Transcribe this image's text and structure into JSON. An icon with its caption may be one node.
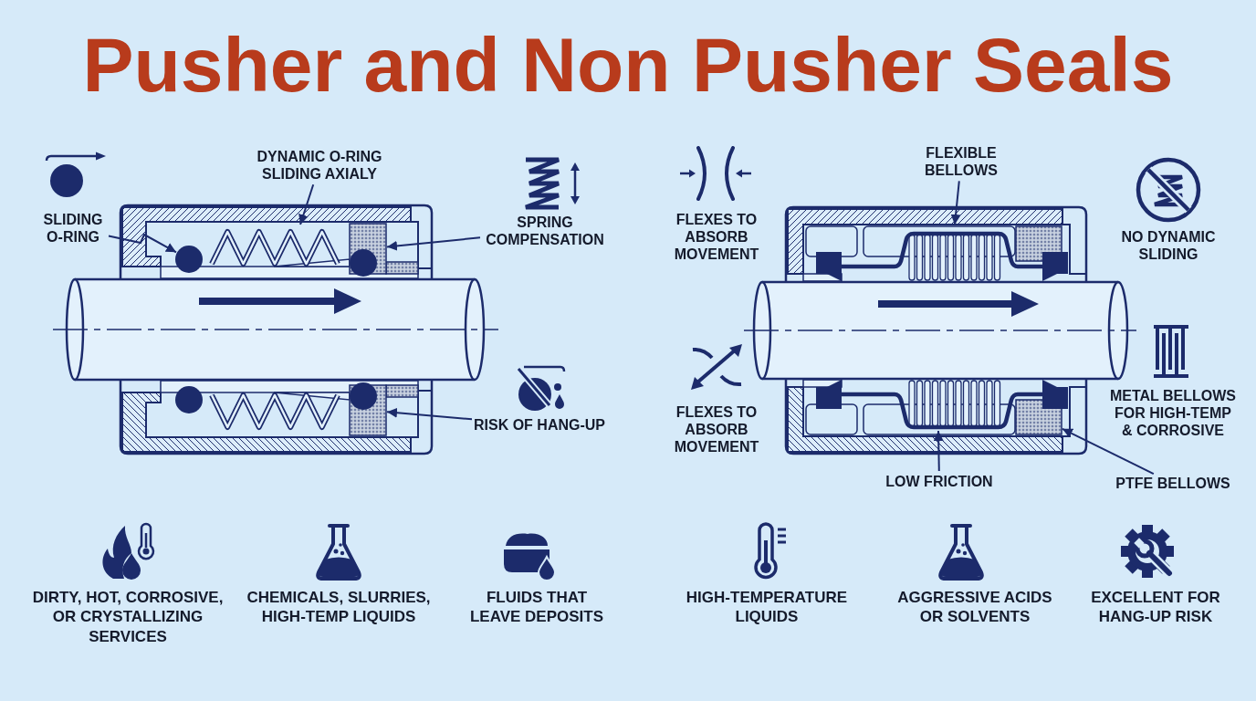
{
  "diagram": {
    "title": "Pusher and Non Pusher Seals",
    "nodes": [
      {
        "text": [
          "SLIDING O-RING"
        ]
      },
      {
        "text": [
          "DYNAMIC O-RING SLIDING AXIALY"
        ]
      },
      {
        "text": [
          "SPRING COMPENSATION"
        ]
      },
      {
        "text": [
          "RISK OF HANG-UP"
        ]
      },
      {
        "text": [
          "FLEXIBLE BELLOWS"
        ]
      },
      {
        "text": [
          "LOW FRICTION"
        ]
      },
      {
        "text": [
          "PTFE BELLOWS"
        ]
      },
      {
        "text": [],
        "shape": "circle"
      },
      {
        "text": [],
        "shape": "box"
      },
      {
        "text": [],
        "shape": "box"
      },
      {
        "text": [],
        "shape": "box"
      }
    ],
    "edges": [
      {
        "from": 0,
        "to": 7,
        "arrow": "to"
      },
      {
        "from": 1,
        "to": null,
        "arrow": "to"
      },
      {
        "from": 2,
        "to": 8,
        "arrow": "to"
      },
      {
        "from": 3,
        "to": 9,
        "arrow": "to"
      },
      {
        "from": 4,
        "to": null,
        "arrow": "to"
      },
      {
        "from": 5,
        "to": null,
        "arrow": "to"
      },
      {
        "from": 6,
        "to": 10,
        "arrow": "to"
      }
    ],
    "labels": [
      "FLEXES TO ABSORB MOVEMENT",
      "NO DYNAMIC SLIDING",
      "FLEXES TO ABSORB MOVEMENT",
      "METAL BELLOWS FOR HIGH-TEMP & CORROSIVE",
      "DIRTY, HOT, CORROSIVE, OR CRYSTALLIZING SERVICES",
      "CHEMICALS, SLURRIES, HIGH-TEMP LIQUIDS",
      "FLUIDS THAT LEAVE DEPOSITS",
      "HIGH-TEMPERATURE LIQUIDS",
      "AGGRESSIVE ACIDS OR SOLVENTS",
      "EXCELLENT FOR HANG-UP RISK"
    ]
  }
}
